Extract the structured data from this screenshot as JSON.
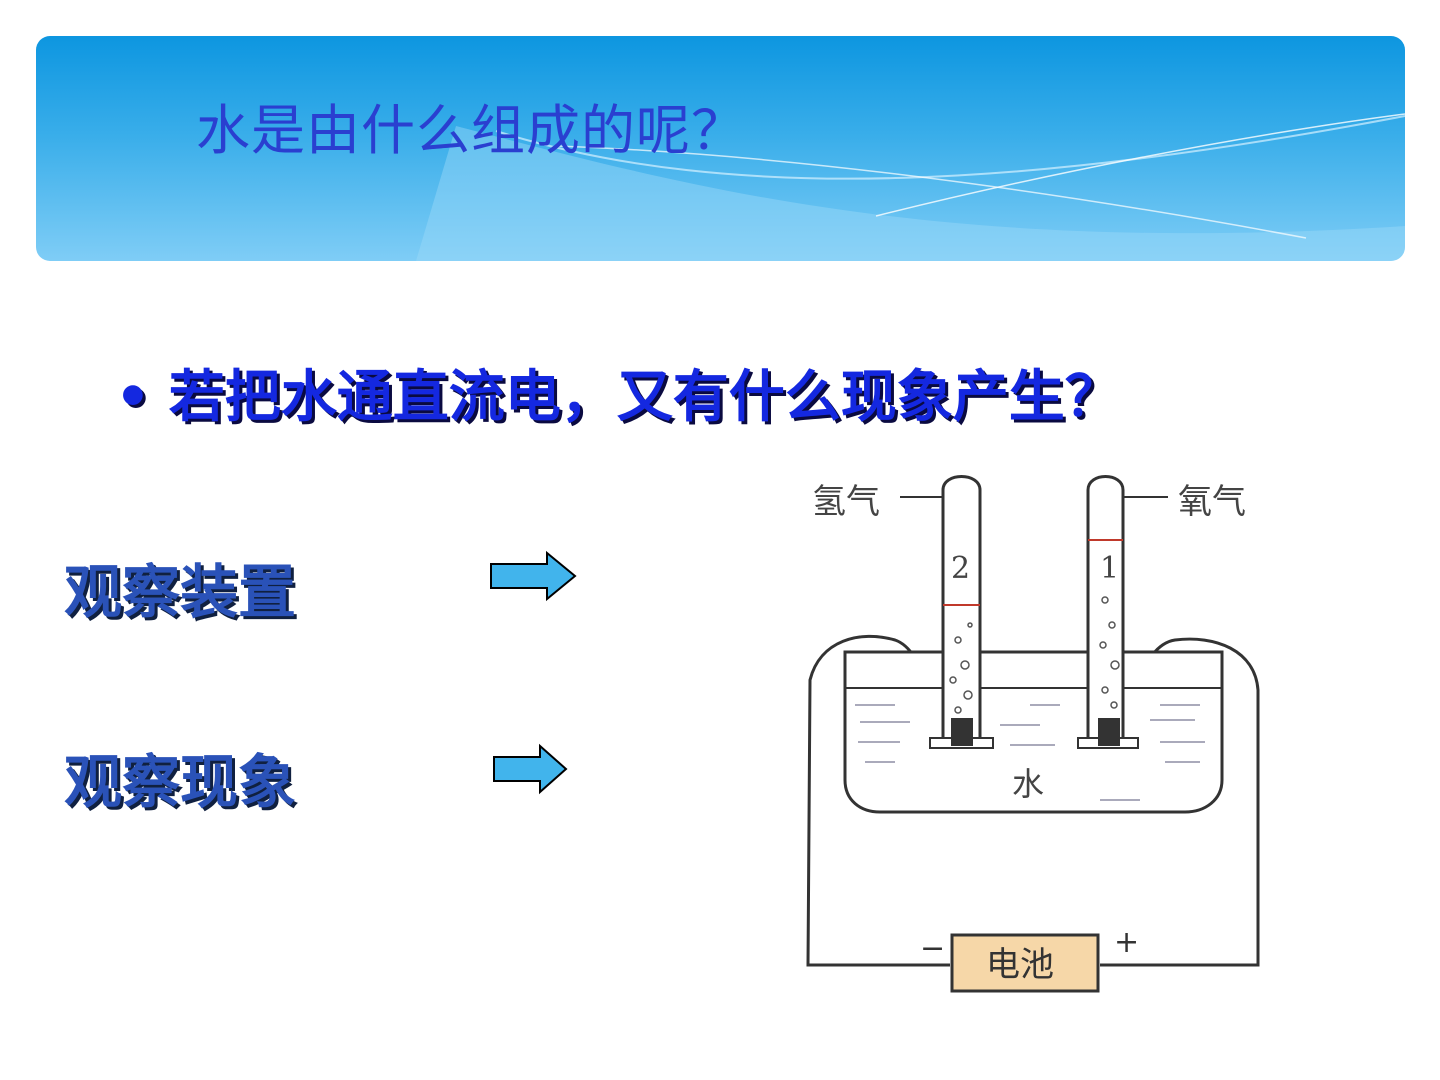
{
  "slide": {
    "title": "水是由什么组成的呢？",
    "question": "若把水通直流电，又有什么现象产生？",
    "bullet": "•"
  },
  "labels": {
    "observe_device": "观察装置",
    "observe_phenomenon": "观察现象"
  },
  "diagram": {
    "hydrogen": "氢气",
    "oxygen": "氧气",
    "tube_left_number": "2",
    "tube_right_number": "1",
    "water": "水",
    "battery": "电池",
    "minus": "−",
    "plus": "+"
  },
  "colors": {
    "banner_top": "#0d96e0",
    "banner_bottom": "#7fcdf6",
    "title": "#2a3fd0",
    "question": "#1428e0",
    "label": "#2a52b8",
    "arrow_fill": "#41b4ec",
    "battery_fill": "#f6d7a8"
  }
}
